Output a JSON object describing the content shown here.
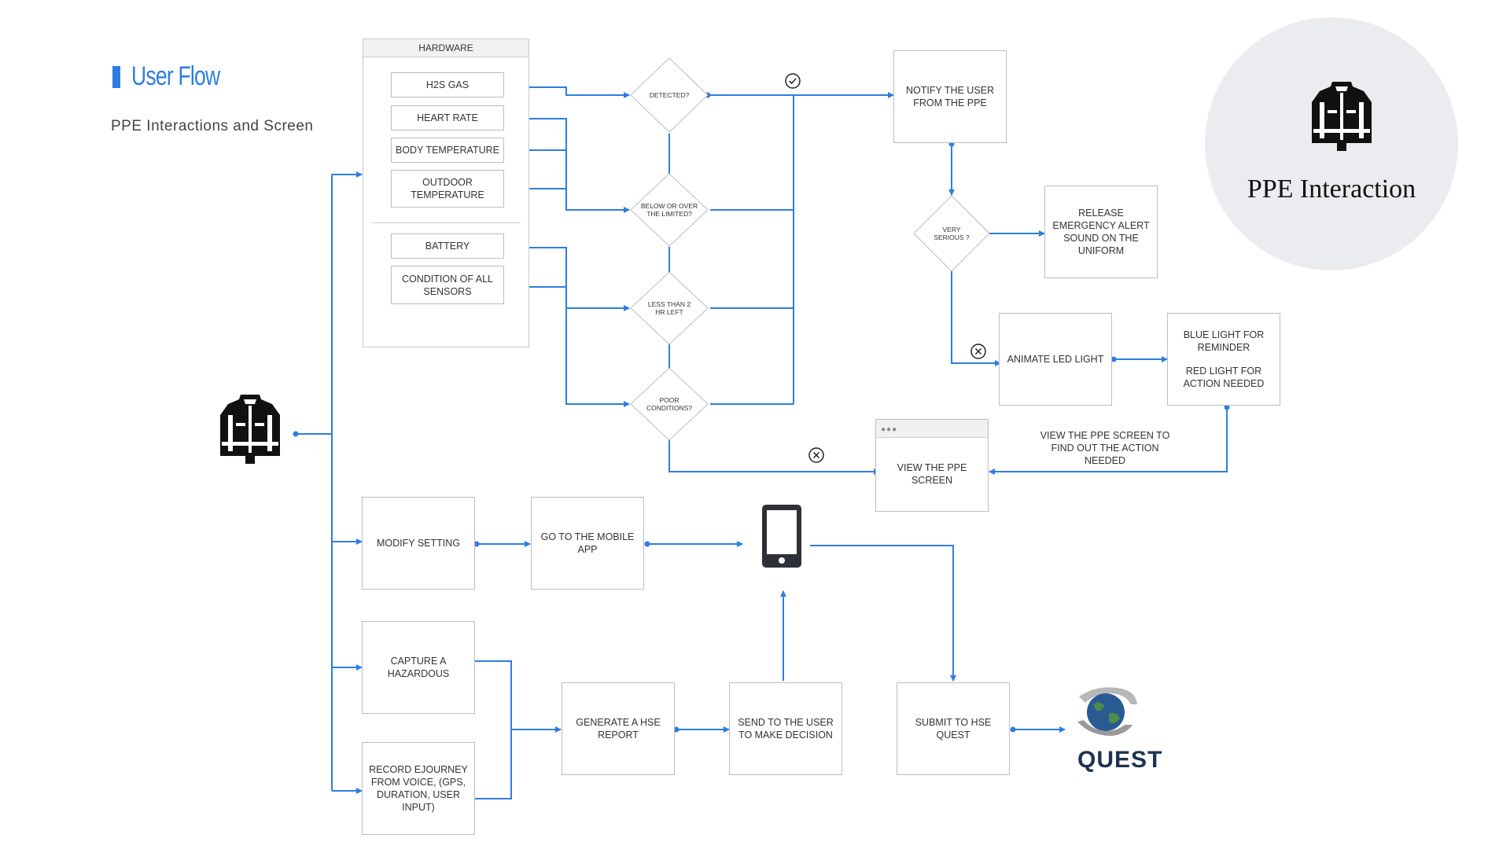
{
  "header": {
    "title": "User Flow",
    "subtitle": "PPE Interactions and Screen"
  },
  "badge": {
    "label": "PPE Interaction"
  },
  "hardware": {
    "heading": "HARDWARE",
    "sensors": [
      "H2S GAS",
      "HEART RATE",
      "BODY TEMPERATURE",
      "OUTDOOR TEMPERATURE"
    ],
    "status": [
      "BATTERY",
      "CONDITION OF ALL SENSORS"
    ]
  },
  "decisions": {
    "detected": "DETECTED?",
    "limits": "BELOW OR OVER THE LIMITED?",
    "battery": "LESS THAN 2 HR LEFT",
    "conditions": "POOR CONDITIONS?",
    "serious": "VERY SERIOUS ?"
  },
  "steps": {
    "notify": "NOTIFY THE USER FROM THE PPE",
    "alert": "RELEASE EMERGENCY ALERT SOUND ON THE UNIFORM",
    "led": "ANIMATE LED LIGHT",
    "lights_reminder": "BLUE LIGHT FOR REMINDER",
    "lights_action": "RED LIGHT FOR ACTION NEEDED",
    "screen": "VIEW THE PPE SCREEN",
    "screen_note": "VIEW THE PPE SCREEN TO FIND OUT THE ACTION NEEDED",
    "modify": "MODIFY SETTING",
    "mobile": "GO TO THE MOBILE APP",
    "capture": "CAPTURE A HAZARDOUS",
    "record": "RECORD eJourney FROM VOICE, (GPS, DURATION, USER INPUT)",
    "report": "GENERATE A HSE REPORT",
    "send": "SEND TO THE USER TO MAKE DECISION",
    "submit": "SUBMIT TO HSE QUEST"
  },
  "logo": {
    "text": "QUEST"
  },
  "colors": {
    "accent": "#2f7de1",
    "border": "#bdbdbd",
    "circle": "#ebecef",
    "quest": "#1d3350"
  },
  "icons": [
    "jacket-icon",
    "check-circle-icon",
    "x-circle-icon",
    "mobile-phone-icon",
    "globe-hands-icon"
  ]
}
